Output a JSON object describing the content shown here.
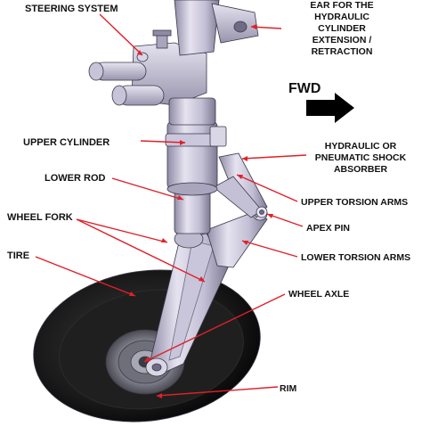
{
  "labels": {
    "steering_system": "STEERING SYSTEM",
    "ear_line1": "EAR FOR THE",
    "ear_line2": "HYDRAULIC",
    "ear_line3": "CYLINDER",
    "ear_line4": "EXTENSION /",
    "ear_line5": "RETRACTION",
    "fwd": "FWD",
    "upper_cylinder": "UPPER CYLINDER",
    "shock_line1": "HYDRAULIC OR",
    "shock_line2": "PNEUMATIC SHOCK",
    "shock_line3": "ABSORBER",
    "lower_rod": "LOWER ROD",
    "upper_torsion_arms": "UPPER TORSION ARMS",
    "wheel_fork": "WHEEL FORK",
    "apex_pin": "APEX PIN",
    "tire": "TIRE",
    "lower_torsion_arms": "LOWER TORSION ARMS",
    "wheel_axle": "WHEEL AXLE",
    "rim": "RIM"
  },
  "colors": {
    "leader": "#e0202a",
    "text": "#111111",
    "metal_light": "#d9d6e6",
    "metal_mid": "#b4b0c8",
    "metal_dark": "#7e7a93",
    "tire": "#141414",
    "arrow": "#000000"
  }
}
